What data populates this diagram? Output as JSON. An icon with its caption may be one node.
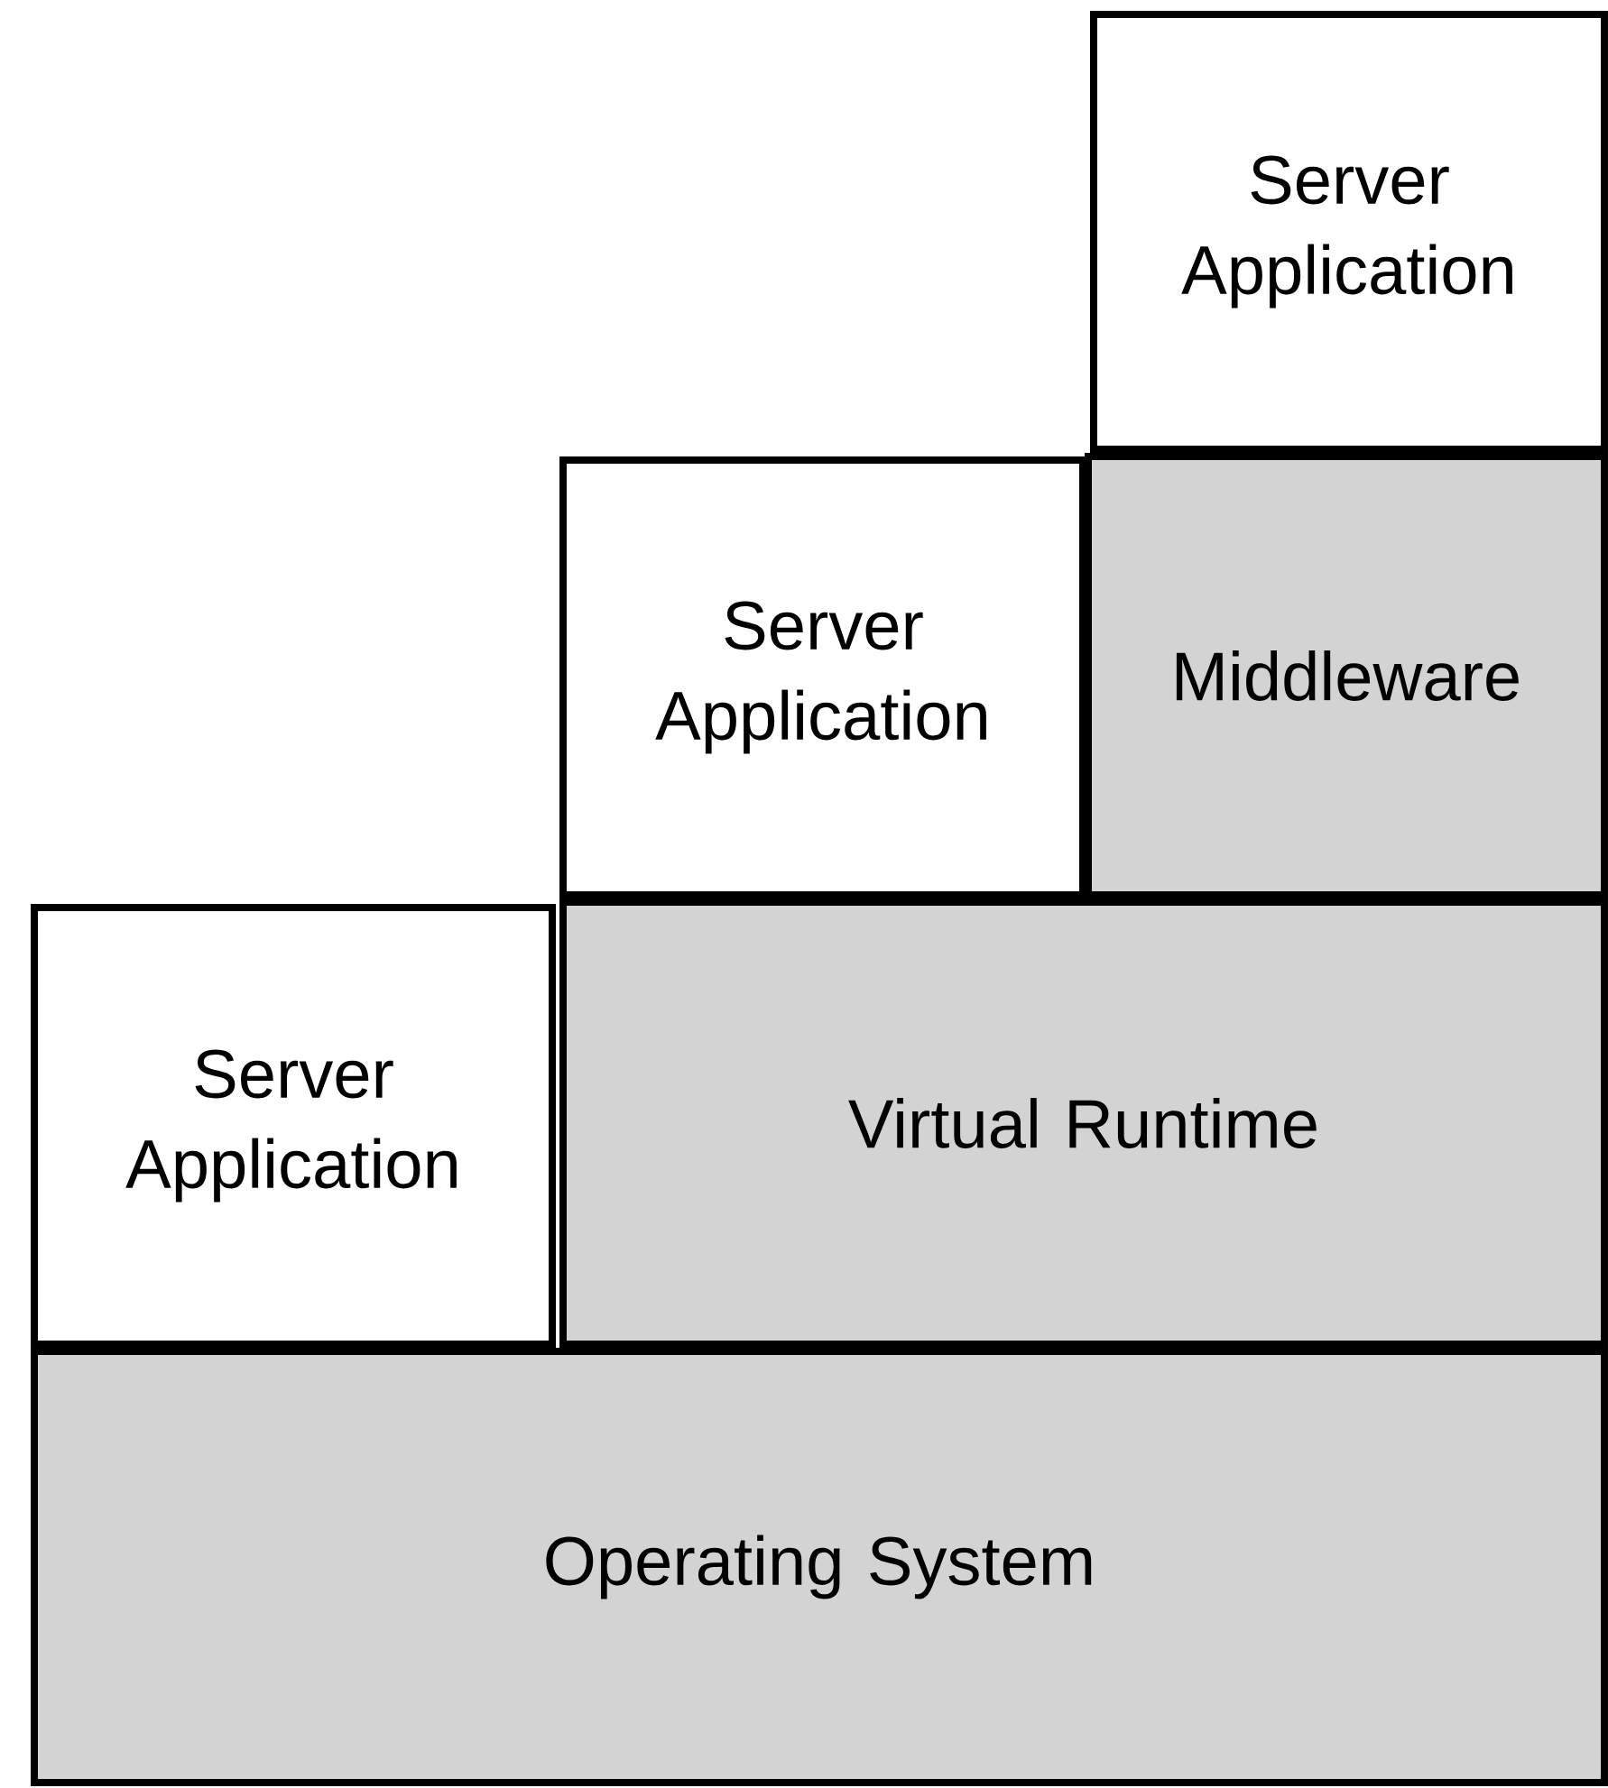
{
  "diagram": {
    "nodes": [
      {
        "text": [
          "Server Application"
        ]
      },
      {
        "text": [
          "Server Application"
        ]
      },
      {
        "text": [
          "Middleware"
        ]
      },
      {
        "text": [
          "Server Application"
        ]
      },
      {
        "text": [
          "Virtual Runtime"
        ]
      },
      {
        "text": [
          "Operating System"
        ]
      }
    ]
  }
}
